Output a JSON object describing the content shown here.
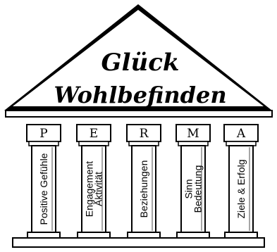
{
  "roof": {
    "title_line1": "Glück",
    "title_line2": "Wohlbefinden"
  },
  "pillars": [
    {
      "letter": "P",
      "label_lines": [
        "Positive Gefühle"
      ]
    },
    {
      "letter": "E",
      "label_lines": [
        "Engagement",
        "Aktivität"
      ]
    },
    {
      "letter": "R",
      "label_lines": [
        "Beziehungen"
      ]
    },
    {
      "letter": "M",
      "label_lines": [
        "Sinn",
        "Bedeutung"
      ]
    },
    {
      "letter": "A",
      "label_lines": [
        "Ziele & Erfolg"
      ]
    }
  ]
}
